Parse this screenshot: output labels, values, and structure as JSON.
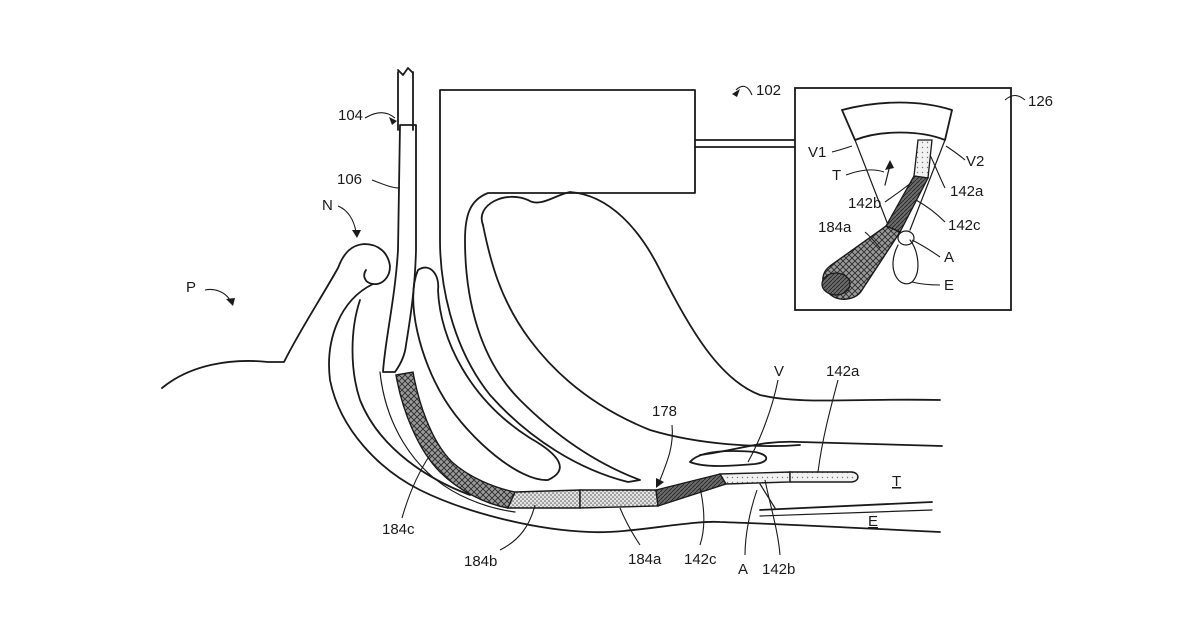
{
  "figure": {
    "labels": {
      "system": "102",
      "scope": "104",
      "shaft": "106",
      "inset": "126",
      "patient": "P",
      "nasal": "N",
      "vision_dir": "178",
      "sheath_a": "184a",
      "sheath_b": "184b",
      "sheath_c": "184c",
      "tube_a": "142a",
      "tube_b": "142b",
      "tube_c": "142c",
      "vocal": "V",
      "arytenoid": "A",
      "trachea": "T",
      "esophagus": "E"
    },
    "inset_labels": {
      "v1": "V1",
      "v2": "V2",
      "t": "T",
      "tube_a": "142a",
      "tube_b": "142b",
      "tube_c": "142c",
      "sheath_a": "184a",
      "a": "A",
      "e": "E"
    }
  }
}
